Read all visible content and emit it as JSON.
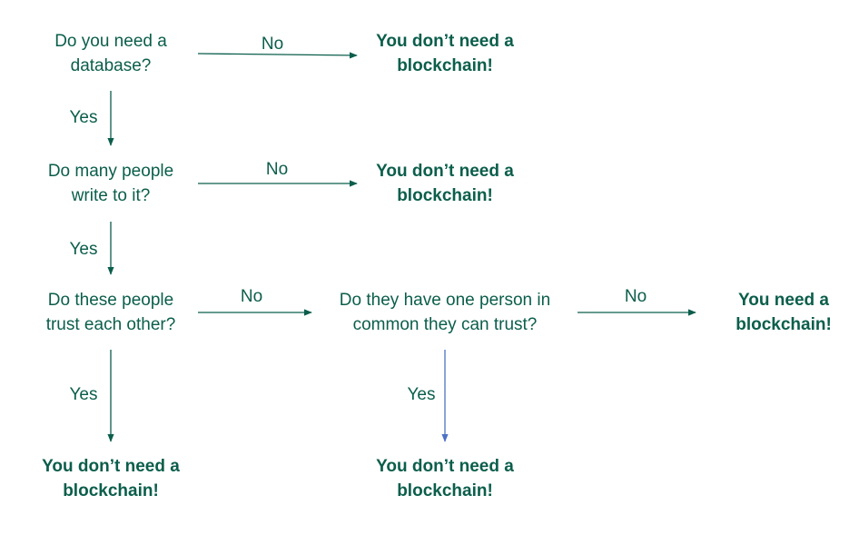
{
  "colors": {
    "text": "#0b5e4b",
    "arrow": "#0b5e4b",
    "arrow_alt": "#4a72c4"
  },
  "nodes": {
    "q1": {
      "line1": "Do you need a",
      "line2": "database?"
    },
    "q2": {
      "line1": "Do many people",
      "line2": "write to it?"
    },
    "q3": {
      "line1": "Do these people",
      "line2": "trust each other?"
    },
    "q4": {
      "line1": "Do they have one person in",
      "line2": "common they can trust?"
    },
    "a1": {
      "line1": "You don’t need a",
      "line2": "blockchain!"
    },
    "a2": {
      "line1": "You don’t need a",
      "line2": "blockchain!"
    },
    "a3": {
      "line1": "You don’t need a",
      "line2": "blockchain!"
    },
    "a4": {
      "line1": "You don’t need a",
      "line2": "blockchain!"
    },
    "a5": {
      "line1": "You need a",
      "line2": "blockchain!"
    }
  },
  "edges": {
    "q1_no": "No",
    "q1_yes": "Yes",
    "q2_no": "No",
    "q2_yes": "Yes",
    "q3_no": "No",
    "q3_yes": "Yes",
    "q4_no": "No",
    "q4_yes": "Yes"
  }
}
